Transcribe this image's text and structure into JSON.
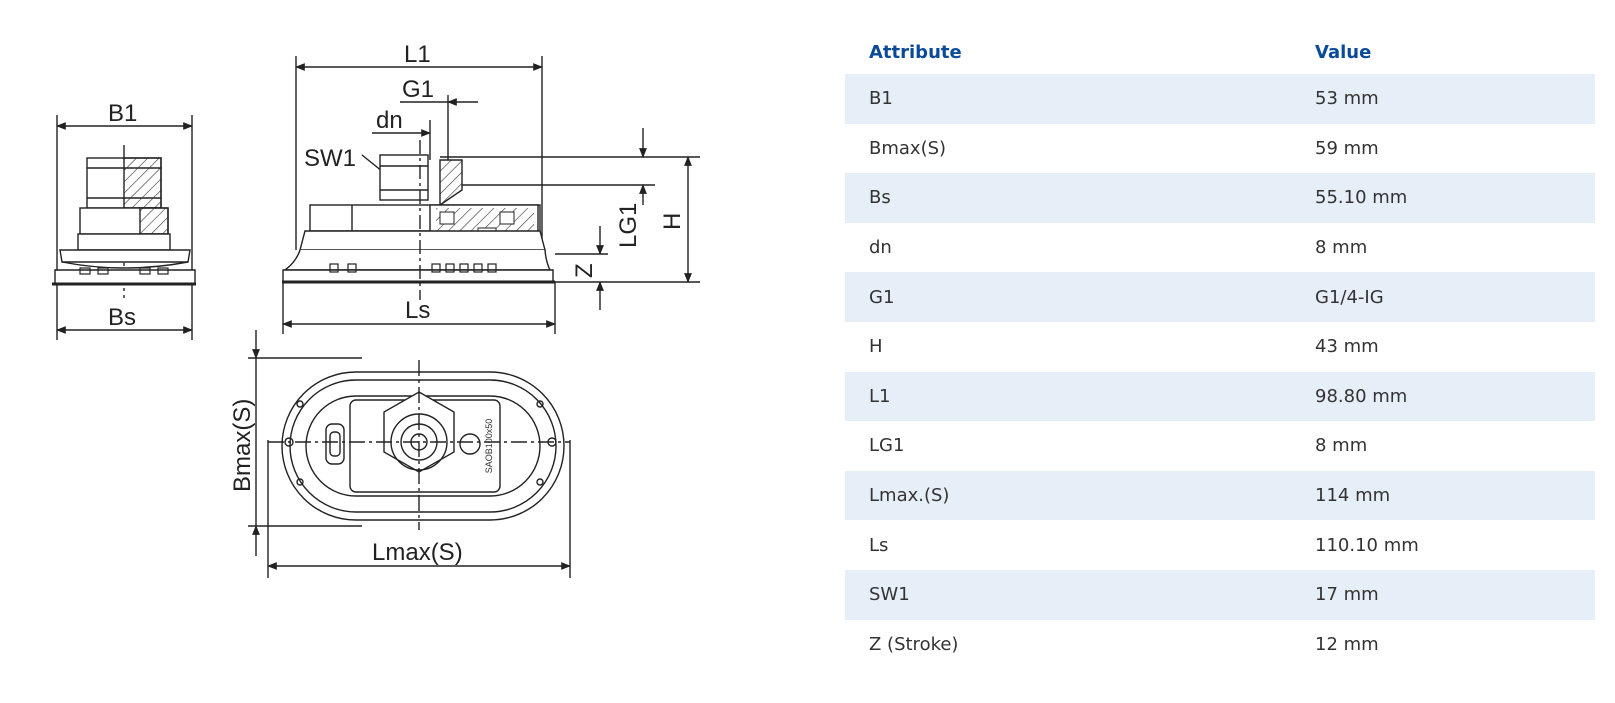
{
  "drawing": {
    "labels": {
      "b1": "B1",
      "bs": "Bs",
      "l1": "L1",
      "g1": "G1",
      "dn": "dn",
      "sw1": "SW1",
      "lg1": "LG1",
      "h": "H",
      "z": "Z",
      "ls": "Ls",
      "bmax": "Bmax(S)",
      "lmax": "Lmax(S)"
    },
    "marking": "SAOB100x50"
  },
  "table": {
    "headers": {
      "attribute": "Attribute",
      "value": "Value"
    },
    "rows": [
      {
        "attribute": "B1",
        "value": "53 mm"
      },
      {
        "attribute": "Bmax(S)",
        "value": "59 mm"
      },
      {
        "attribute": "Bs",
        "value": "55.10 mm"
      },
      {
        "attribute": "dn",
        "value": "8 mm"
      },
      {
        "attribute": "G1",
        "value": "G1/4-IG"
      },
      {
        "attribute": "H",
        "value": "43 mm"
      },
      {
        "attribute": "L1",
        "value": "98.80 mm"
      },
      {
        "attribute": "LG1",
        "value": "8 mm"
      },
      {
        "attribute": "Lmax.(S)",
        "value": "114 mm"
      },
      {
        "attribute": "Ls",
        "value": "110.10 mm"
      },
      {
        "attribute": "SW1",
        "value": "17 mm"
      },
      {
        "attribute": "Z (Stroke)",
        "value": "12 mm"
      }
    ]
  }
}
